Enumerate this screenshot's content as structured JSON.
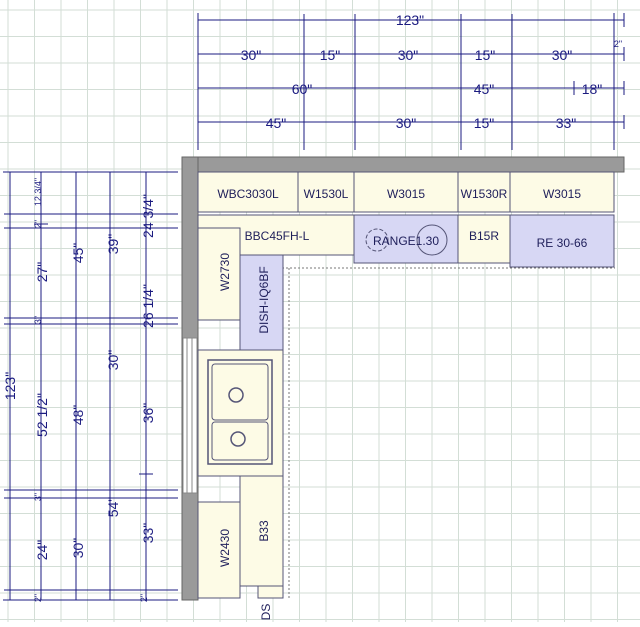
{
  "colors": {
    "grid": "#d3ded6",
    "dimension": "#1b1b80",
    "wall": "#9a9a9a",
    "cabinet_fill": "#fdfbe6",
    "appliance_fill": "#d7d7f4",
    "outline": "#555577",
    "text": "#1e1e5a"
  },
  "top_dimensions": {
    "overall": "123\"",
    "overall_end": "2\"",
    "row2": [
      "30\"",
      "15\"",
      "30\"",
      "15\"",
      "30\""
    ],
    "row3": [
      "60\"",
      "45\"",
      "18\""
    ],
    "row4": [
      "45\"",
      "30\"",
      "15\"",
      "33\""
    ]
  },
  "left_dimensions": {
    "overall": "123\"",
    "col2": [
      "2\"",
      "12 3/4\"",
      "2\"",
      "27\"",
      "3\"",
      "52 1/2\"",
      "3\"",
      "24\"",
      "2\""
    ],
    "col3": [
      "45\"",
      "48\"",
      "30\""
    ],
    "col4": [
      "39\"",
      "30\"",
      "54\""
    ],
    "col5": [
      "24 3/4\"",
      "26 1/4\"",
      "36\"",
      "33\"",
      "2\""
    ]
  },
  "cabinets": {
    "upper_top": [
      "WBC3030L",
      "W1530L",
      "W3015",
      "W1530R",
      "W3015"
    ],
    "base_top": [
      "BBC45FH-L",
      "RANGE1.30",
      "B15R",
      "RE 30-66"
    ],
    "left": [
      "W2730",
      "DISH-IQ6BF",
      "W2430",
      "B33",
      "DS"
    ]
  }
}
